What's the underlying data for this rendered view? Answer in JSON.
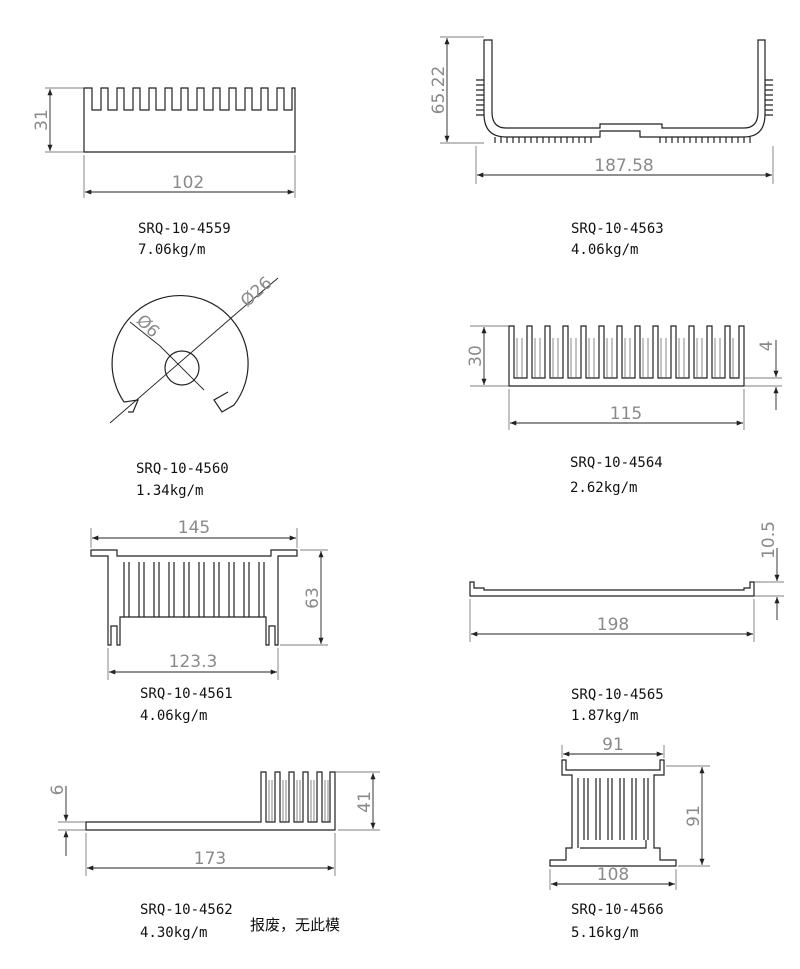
{
  "parts": [
    {
      "code": "SRQ-10-4559",
      "weight": "7.06kg/m",
      "dims": [
        "31",
        "102"
      ]
    },
    {
      "code": "SRQ-10-4563",
      "weight": "4.06kg/m",
      "dims": [
        "65.22",
        "187.58"
      ]
    },
    {
      "code": "SRQ-10-4560",
      "weight": "1.34kg/m",
      "dims": [
        "Ø26",
        "Ø6"
      ]
    },
    {
      "code": "SRQ-10-4564",
      "weight": "2.62kg/m",
      "dims": [
        "30",
        "4",
        "115"
      ]
    },
    {
      "code": "SRQ-10-4561",
      "weight": "4.06kg/m",
      "dims": [
        "145",
        "63",
        "123.3"
      ]
    },
    {
      "code": "SRQ-10-4565",
      "weight": "1.87kg/m",
      "dims": [
        "10.5",
        "198"
      ]
    },
    {
      "code": "SRQ-10-4562",
      "weight": "4.30kg/m",
      "dims": [
        "6",
        "41",
        "173"
      ],
      "note": "报废，无此模"
    },
    {
      "code": "SRQ-10-4566",
      "weight": "5.16kg/m",
      "dims": [
        "91",
        "91",
        "108"
      ]
    }
  ]
}
